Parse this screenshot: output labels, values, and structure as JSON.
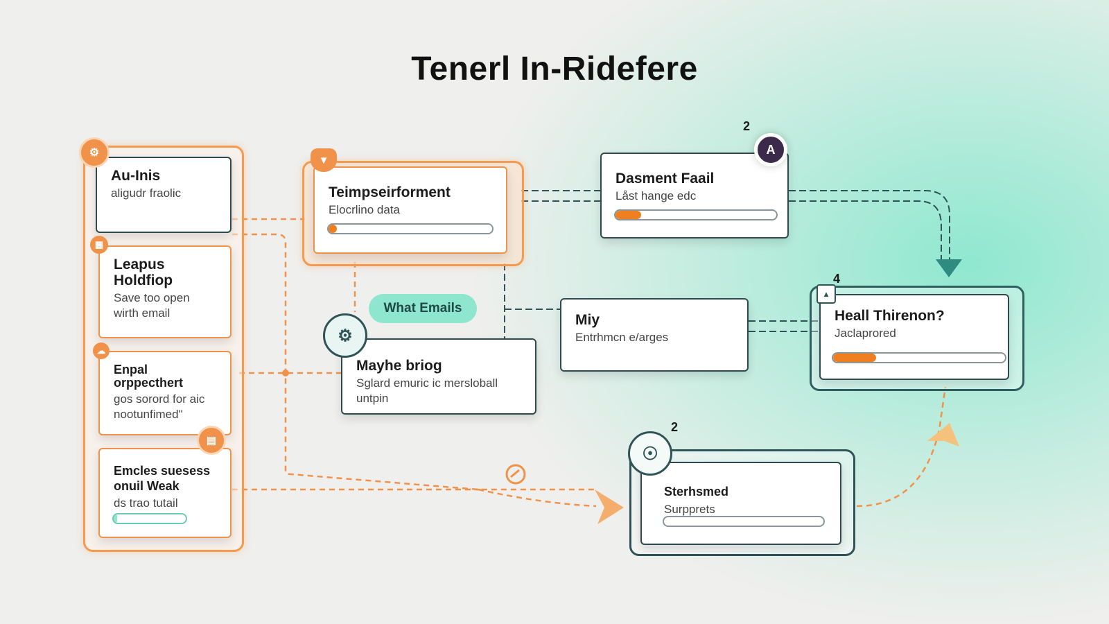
{
  "title": "Tenerl In-Ridefere",
  "left_column": [
    {
      "title": "Au-Inis",
      "subtitle": "aligudr fraolic"
    },
    {
      "title": "Leapus Holdfiop",
      "subtitle": "Save too open wirth email"
    },
    {
      "title": "Enpal orppecthert",
      "subtitle": "gos sorord for aic nootunfimed\""
    },
    {
      "title": "Emcles suesess onuil Weak",
      "subtitle": "ds trao tutail",
      "progress": 0.05
    }
  ],
  "cards": {
    "temps": {
      "title": "Teimpseirforment",
      "subtitle": "Elocrlino data",
      "progress": 0.05
    },
    "dasment": {
      "title": "Dasment Faail",
      "subtitle": "Låst hange edc",
      "progress": 0.16
    },
    "mayhe": {
      "title": "Mayhe briog",
      "subtitle": "Sglard emuric ic mersloball untpin"
    },
    "miy": {
      "title": "Miy",
      "subtitle": "Entrhmcn e/arges"
    },
    "heall": {
      "title": "Heall Thirenon?",
      "subtitle": "Jaclaprored",
      "progress": 0.25
    },
    "sterhsmed": {
      "title": "Sterhsmed",
      "subtitle": "Surpprets",
      "progress": 0.0
    }
  },
  "pill_label": "What Emails",
  "step_numbers": {
    "dasment": "2",
    "heall": "4",
    "sterhsmed": "2"
  },
  "avatar_letter": "A",
  "colors": {
    "accent_orange": "#f0924a",
    "teal": "#2f4a4d",
    "mint": "#8ee6cf",
    "avatar": "#3b2a4a"
  }
}
